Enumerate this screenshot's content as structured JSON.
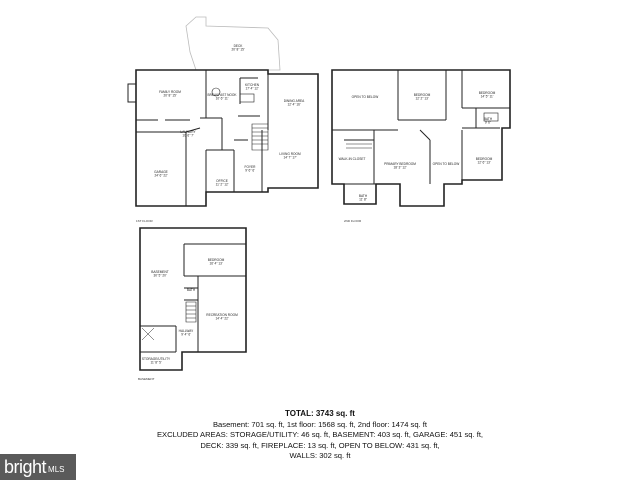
{
  "floors": {
    "first": {
      "caption": "1ST FLOOR",
      "rooms": {
        "deck": "DECK\n20' 8\" 15'",
        "family_room": "FAMILY ROOM\n20' 8\" 15'",
        "breakfast": "BREAKFAST NOOK\n10' 6\" 11'",
        "kitchen": "KITCHEN\n17' 4\" 12'",
        "dining": "DINING AREA\n12' 4\" 16'",
        "laundry": "LAUNDRY\n10' 6\" 7'",
        "garage": "GARAGE\n24' 6\" 22'",
        "office": "OFFICE\n11' 2\" 12'",
        "foyer": "FOYER\n9' 6\" 6'",
        "living": "LIVING ROOM\n14' 7\" 17'"
      }
    },
    "second": {
      "caption": "2ND FLOOR",
      "rooms": {
        "open_below_1": "OPEN TO BELOW",
        "bed1": "BEDROOM\n12' 2\" 13'",
        "bed2": "BEDROOM\n14' 5\" 11'",
        "bath": "BATH\n9' 6\"",
        "wic": "WALK-IN CLOSET",
        "primary": "PRIMARY BEDROOM\n18' 3\" 12'",
        "open_below_2": "OPEN TO BELOW",
        "bed3": "BEDROOM\n12' 6\" 13'",
        "bath2": "BATH\n11' 8\""
      }
    },
    "basement": {
      "caption": "BASEMENT",
      "rooms": {
        "basement": "BASEMENT\n30' 5\" 20'",
        "bedroom": "BEDROOM\n16' 4\" 13'",
        "bath": "BATH",
        "recroom": "RECREATION ROOM\n14' 4\" 22'",
        "hallway": "HALLWAY\n9' 4\" 6'",
        "storage": "STORAGE/UTILITY\n11' 8\" 5'"
      }
    }
  },
  "summary": {
    "total": "TOTAL: 3743 sq. ft",
    "line1": "Basement: 701 sq. ft, 1st floor: 1568 sq. ft, 2nd floor: 1474 sq. ft",
    "line2": "EXCLUDED AREAS: STORAGE/UTILITY: 46 sq. ft, BASEMENT: 403 sq. ft, GARAGE: 451 sq. ft,",
    "line3": "DECK: 339 sq. ft, FIREPLACE: 13 sq. ft, OPEN TO BELOW: 431 sq. ft,",
    "line4": "WALLS: 302 sq. ft"
  },
  "brand": {
    "word": "bright",
    "mls": "MLS"
  }
}
